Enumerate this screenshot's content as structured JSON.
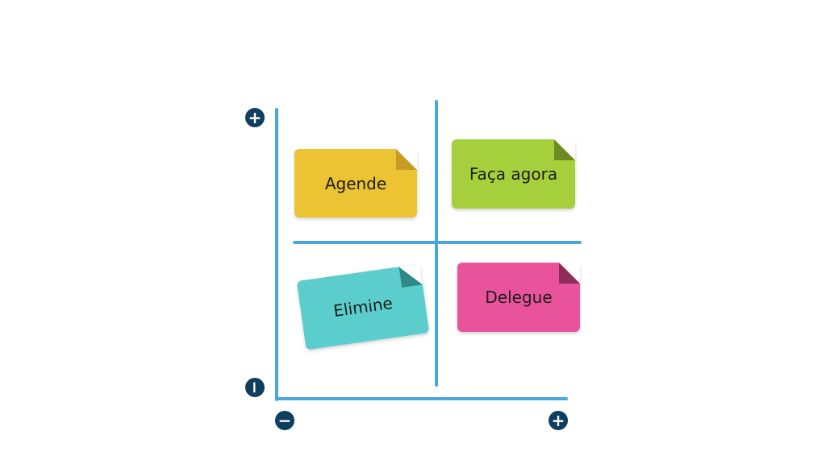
{
  "colors": {
    "axis": "#4aa7dd",
    "circle": "#0f3e5f",
    "agende": "#ecc333",
    "agende_fold": "#c99b26",
    "faca": "#a6cf3c",
    "faca_fold": "#6d8a22",
    "delegue": "#e8539b",
    "delegue_fold": "#8e2c5a",
    "elimine": "#5acdcc",
    "elimine_fold": "#2f8a87"
  },
  "axis_markers": {
    "y_top": "+",
    "y_bottom": "−",
    "x_left": "−",
    "x_right": "+"
  },
  "quadrants": {
    "top_left": "Agende",
    "top_right": "Faça agora",
    "bottom_left": "Elimine",
    "bottom_right": "Delegue"
  }
}
